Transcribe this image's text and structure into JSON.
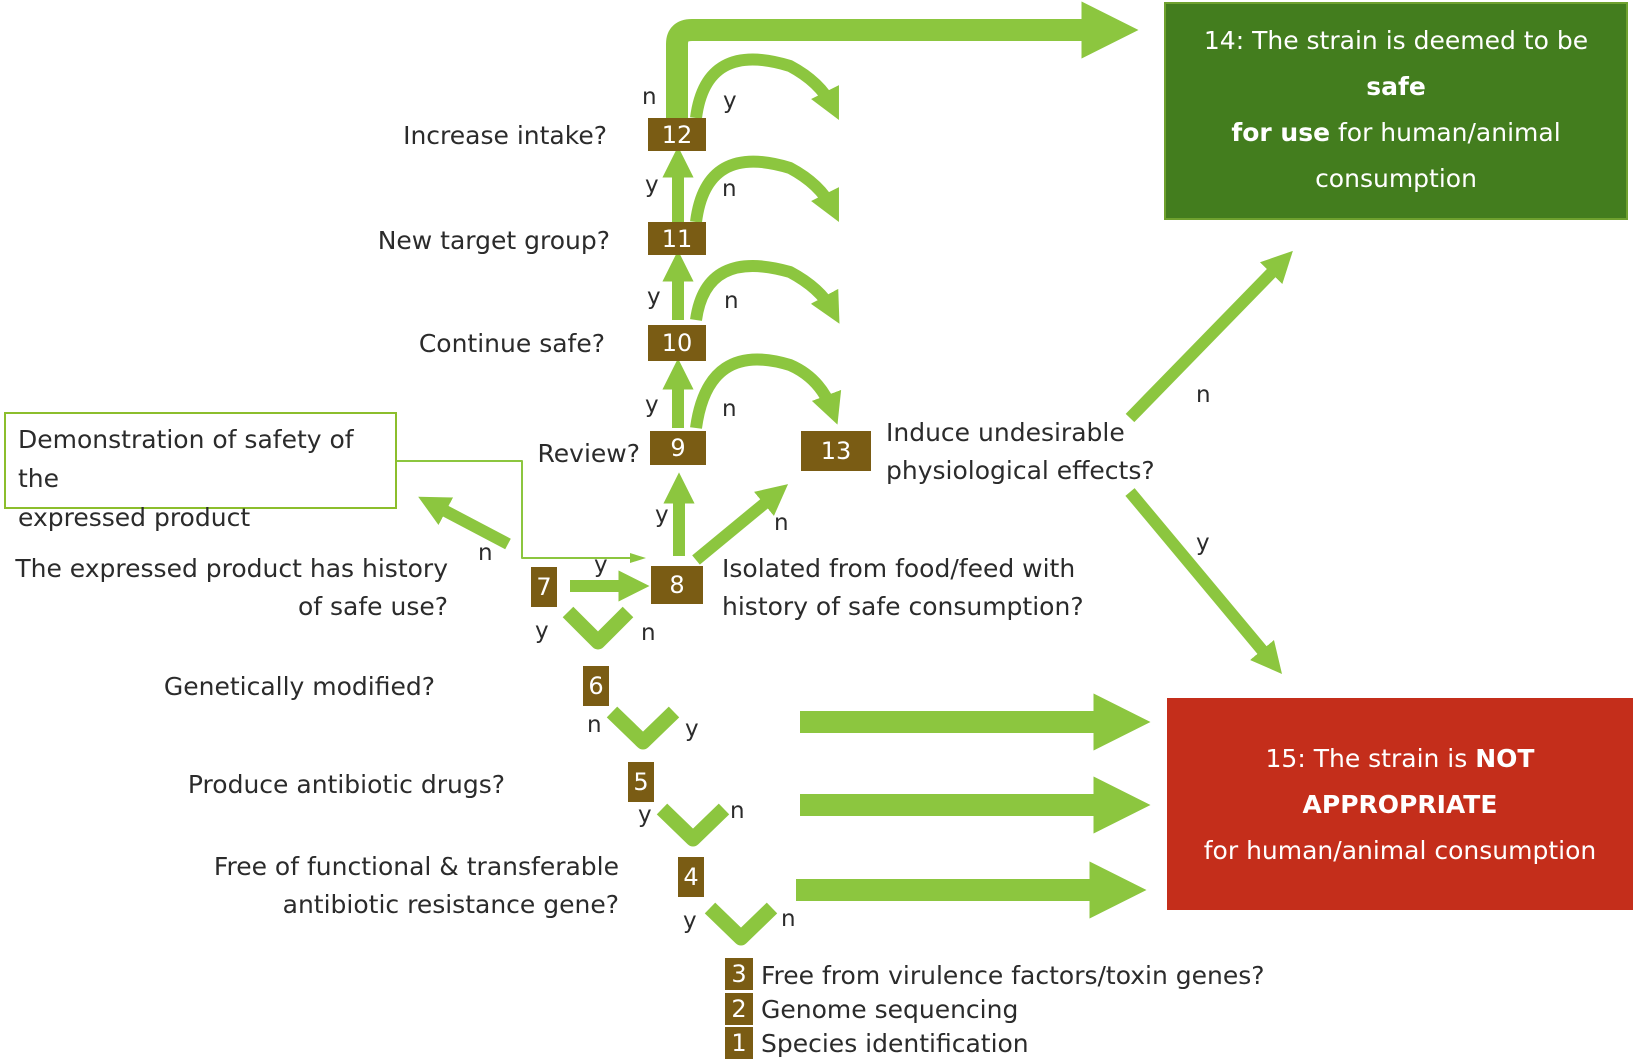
{
  "colors": {
    "arrow": "#8cc63f",
    "step_box": "#7a5c14",
    "safe_box": "#437d1e",
    "not_appropriate_box": "#c42e1b"
  },
  "steps": {
    "s1": "1",
    "s2": "2",
    "s3": "3",
    "s4": "4",
    "s5": "5",
    "s6": "6",
    "s7": "7",
    "s8": "8",
    "s9": "9",
    "s10": "10",
    "s11": "11",
    "s12": "12",
    "s13": "13"
  },
  "step_labels": {
    "species": "Species identification",
    "genome": "Genome sequencing",
    "virulence": "Free from virulence factors/toxin genes?"
  },
  "questions": {
    "q4_line1": "Free of functional & transferable",
    "q4_line2": "antibiotic resistance gene?",
    "q5": "Produce antibiotic drugs?",
    "q6": "Genetically modified?",
    "q7_line1": "The expressed product has history",
    "q7_line2": "of safe use?",
    "q8_line1": "Isolated from food/feed with",
    "q8_line2": "history of safe consumption?",
    "q9": "Review?",
    "q10": "Continue safe?",
    "q11": "New target group?",
    "q12": "Increase intake?",
    "q13_line1": "Induce undesirable",
    "q13_line2": "physiological effects?"
  },
  "demo_box": {
    "line1": "Demonstration of safety of the",
    "line2": "expressed product"
  },
  "outcomes": {
    "safe": {
      "prefix": "14: The strain is deemed to be ",
      "bold1": "safe",
      "bold2": "for use",
      "suffix": " for human/animal",
      "line3": "consumption"
    },
    "not_appropriate": {
      "prefix": "15: The strain is ",
      "bold": "NOT APPROPRIATE",
      "line2": "for human/animal consumption"
    }
  },
  "yn": {
    "y": "y",
    "n": "n"
  }
}
